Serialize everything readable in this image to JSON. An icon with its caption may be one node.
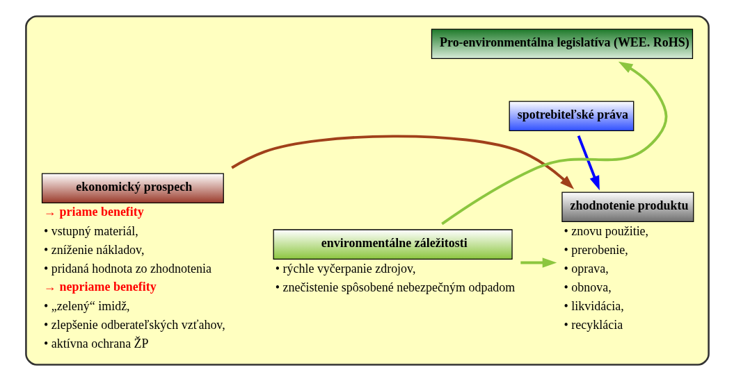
{
  "diagram": {
    "nodes": [
      {
        "text": [],
        "shape": "box"
      },
      {
        "text": [
          "Pro-environmentálna legislatíva (WEE. RoHS)"
        ],
        "in": 0
      },
      {
        "text": [
          "spotrebiteľské práva"
        ],
        "in": 0
      },
      {
        "text": [
          "ekonomický prospech"
        ],
        "in": 0,
        "beside": [
          "→ priame benefity",
          "• vstupný materiál,",
          "• zníženie nákladov,",
          "• pridaná hodnota zo zhodnotenia",
          "→ nepriame benefity",
          "• „zelený“ imidž,",
          "• zlepšenie odberateľských vzťahov,",
          "• aktívna ochrana ŽP"
        ]
      },
      {
        "text": [
          "zhodnotenie produktu"
        ],
        "in": 0,
        "beside": [
          "• znovu použitie,",
          "• prerobenie,",
          "• oprava,",
          "• obnova,",
          "• likvidácia,",
          "• recyklácia"
        ]
      },
      {
        "text": [
          "environmentálne záležitosti"
        ],
        "in": 0,
        "beside": [
          "• rýchle vyčerpanie zdrojov,",
          "• znečistenie spôsobené nebezpečným odpadom"
        ]
      }
    ],
    "edges": [
      {
        "from": 2,
        "to": 4,
        "arrow": "to",
        "color": "#0000ff"
      },
      {
        "from": 3,
        "to": 4,
        "arrow": "to",
        "color": "#a0401a"
      },
      {
        "from": 5,
        "to": 4,
        "arrow": "to",
        "color": "#8cc63f"
      },
      {
        "from": 5,
        "to": 1,
        "arrow": "to",
        "color": "#8cc63f"
      }
    ]
  }
}
